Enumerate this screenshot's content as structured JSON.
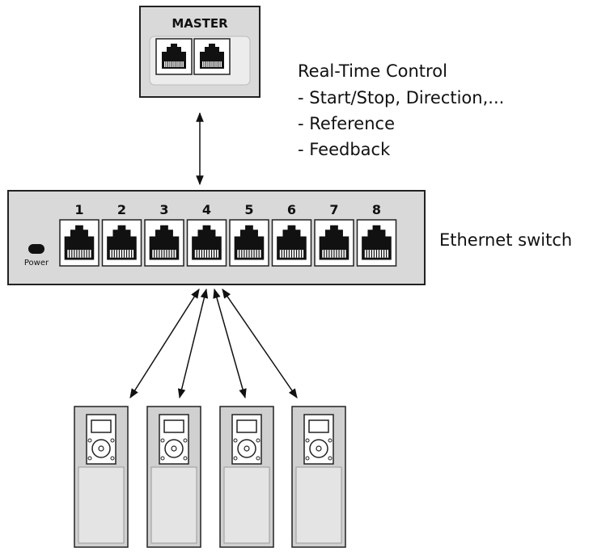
{
  "master": {
    "label": "MASTER",
    "port_count": 2
  },
  "annotation": {
    "title": "Real-Time Control",
    "items": [
      "- Start/Stop, Direction,...",
      "- Reference",
      "- Feedback"
    ]
  },
  "switch": {
    "label": "Ethernet switch",
    "power_label": "Power",
    "ports": [
      "1",
      "2",
      "3",
      "4",
      "5",
      "6",
      "7",
      "8"
    ]
  },
  "drives": {
    "count": 4
  },
  "colors": {
    "frame_fill": "#d9d9d9",
    "frame_stroke": "#222222",
    "port_fill": "#ffffff",
    "jack": "#111111",
    "drive_fill": "#d0d0d0",
    "drive_panel": "#e4e4e4",
    "arrow": "#111111"
  }
}
